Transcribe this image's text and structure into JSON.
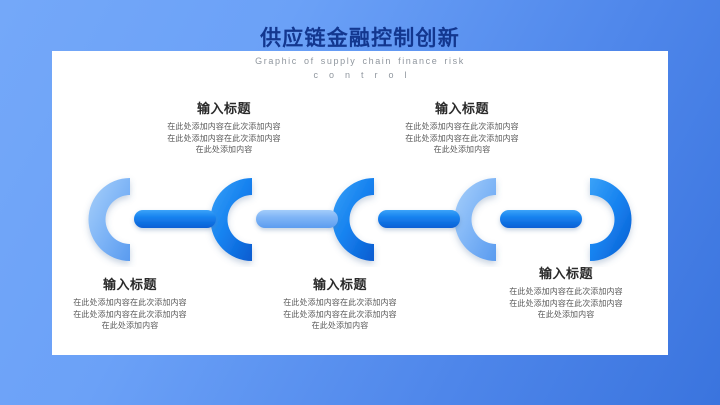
{
  "slide": {
    "background_gradient_from": "#74a8f9",
    "background_gradient_to": "#3a74de",
    "card_background": "#ffffff"
  },
  "header": {
    "main_title": "供应链金融控制创新",
    "main_title_color": "#13378f",
    "subtitle_line1": "Graphic of supply chain finance risk",
    "subtitle_line2": "control",
    "subtitle_color": "#8f969e"
  },
  "callouts": [
    {
      "id": "callout-1",
      "title": "输入标题",
      "line1": "在此处添加内容在此次添加内容",
      "line2": "在此处添加内容在此次添加内容",
      "line3": "在此处添加内容"
    },
    {
      "id": "callout-2",
      "title": "输入标题",
      "line1": "在此处添加内容在此次添加内容",
      "line2": "在此处添加内容在此次添加内容",
      "line3": "在此处添加内容"
    },
    {
      "id": "callout-3",
      "title": "输入标题",
      "line1": "在此处添加内容在此次添加内容",
      "line2": "在此处添加内容在此次添加内容",
      "line3": "在此处添加内容"
    },
    {
      "id": "callout-4",
      "title": "输入标题",
      "line1": "在此处添加内容在此次添加内容",
      "line2": "在此处添加内容在此次添加内容",
      "line3": "在此处添加内容"
    },
    {
      "id": "callout-5",
      "title": "输入标题",
      "line1": "在此处添加内容在此次添加内容",
      "line2": "在此处添加内容在此次添加内容",
      "line3": "在此处添加内容"
    }
  ],
  "chain": {
    "description": "chain-link-diagram",
    "link_count": 5,
    "connector_count": 4,
    "light_blue": "#8cc0f9",
    "light_blue_dark": "#62a3f3",
    "deep_blue": "#1e86f0",
    "deep_blue_dark": "#0d62d6",
    "links": [
      {
        "index": 1,
        "tone": "light",
        "opening": "right"
      },
      {
        "index": 2,
        "tone": "deep",
        "opening": "right"
      },
      {
        "index": 3,
        "tone": "deep",
        "opening": "right"
      },
      {
        "index": 4,
        "tone": "light",
        "opening": "right"
      },
      {
        "index": 5,
        "tone": "deep",
        "opening": "left"
      }
    ],
    "connectors": [
      {
        "index": 1,
        "tone": "deep"
      },
      {
        "index": 2,
        "tone": "light"
      },
      {
        "index": 3,
        "tone": "deep"
      },
      {
        "index": 4,
        "tone": "deep"
      }
    ]
  }
}
